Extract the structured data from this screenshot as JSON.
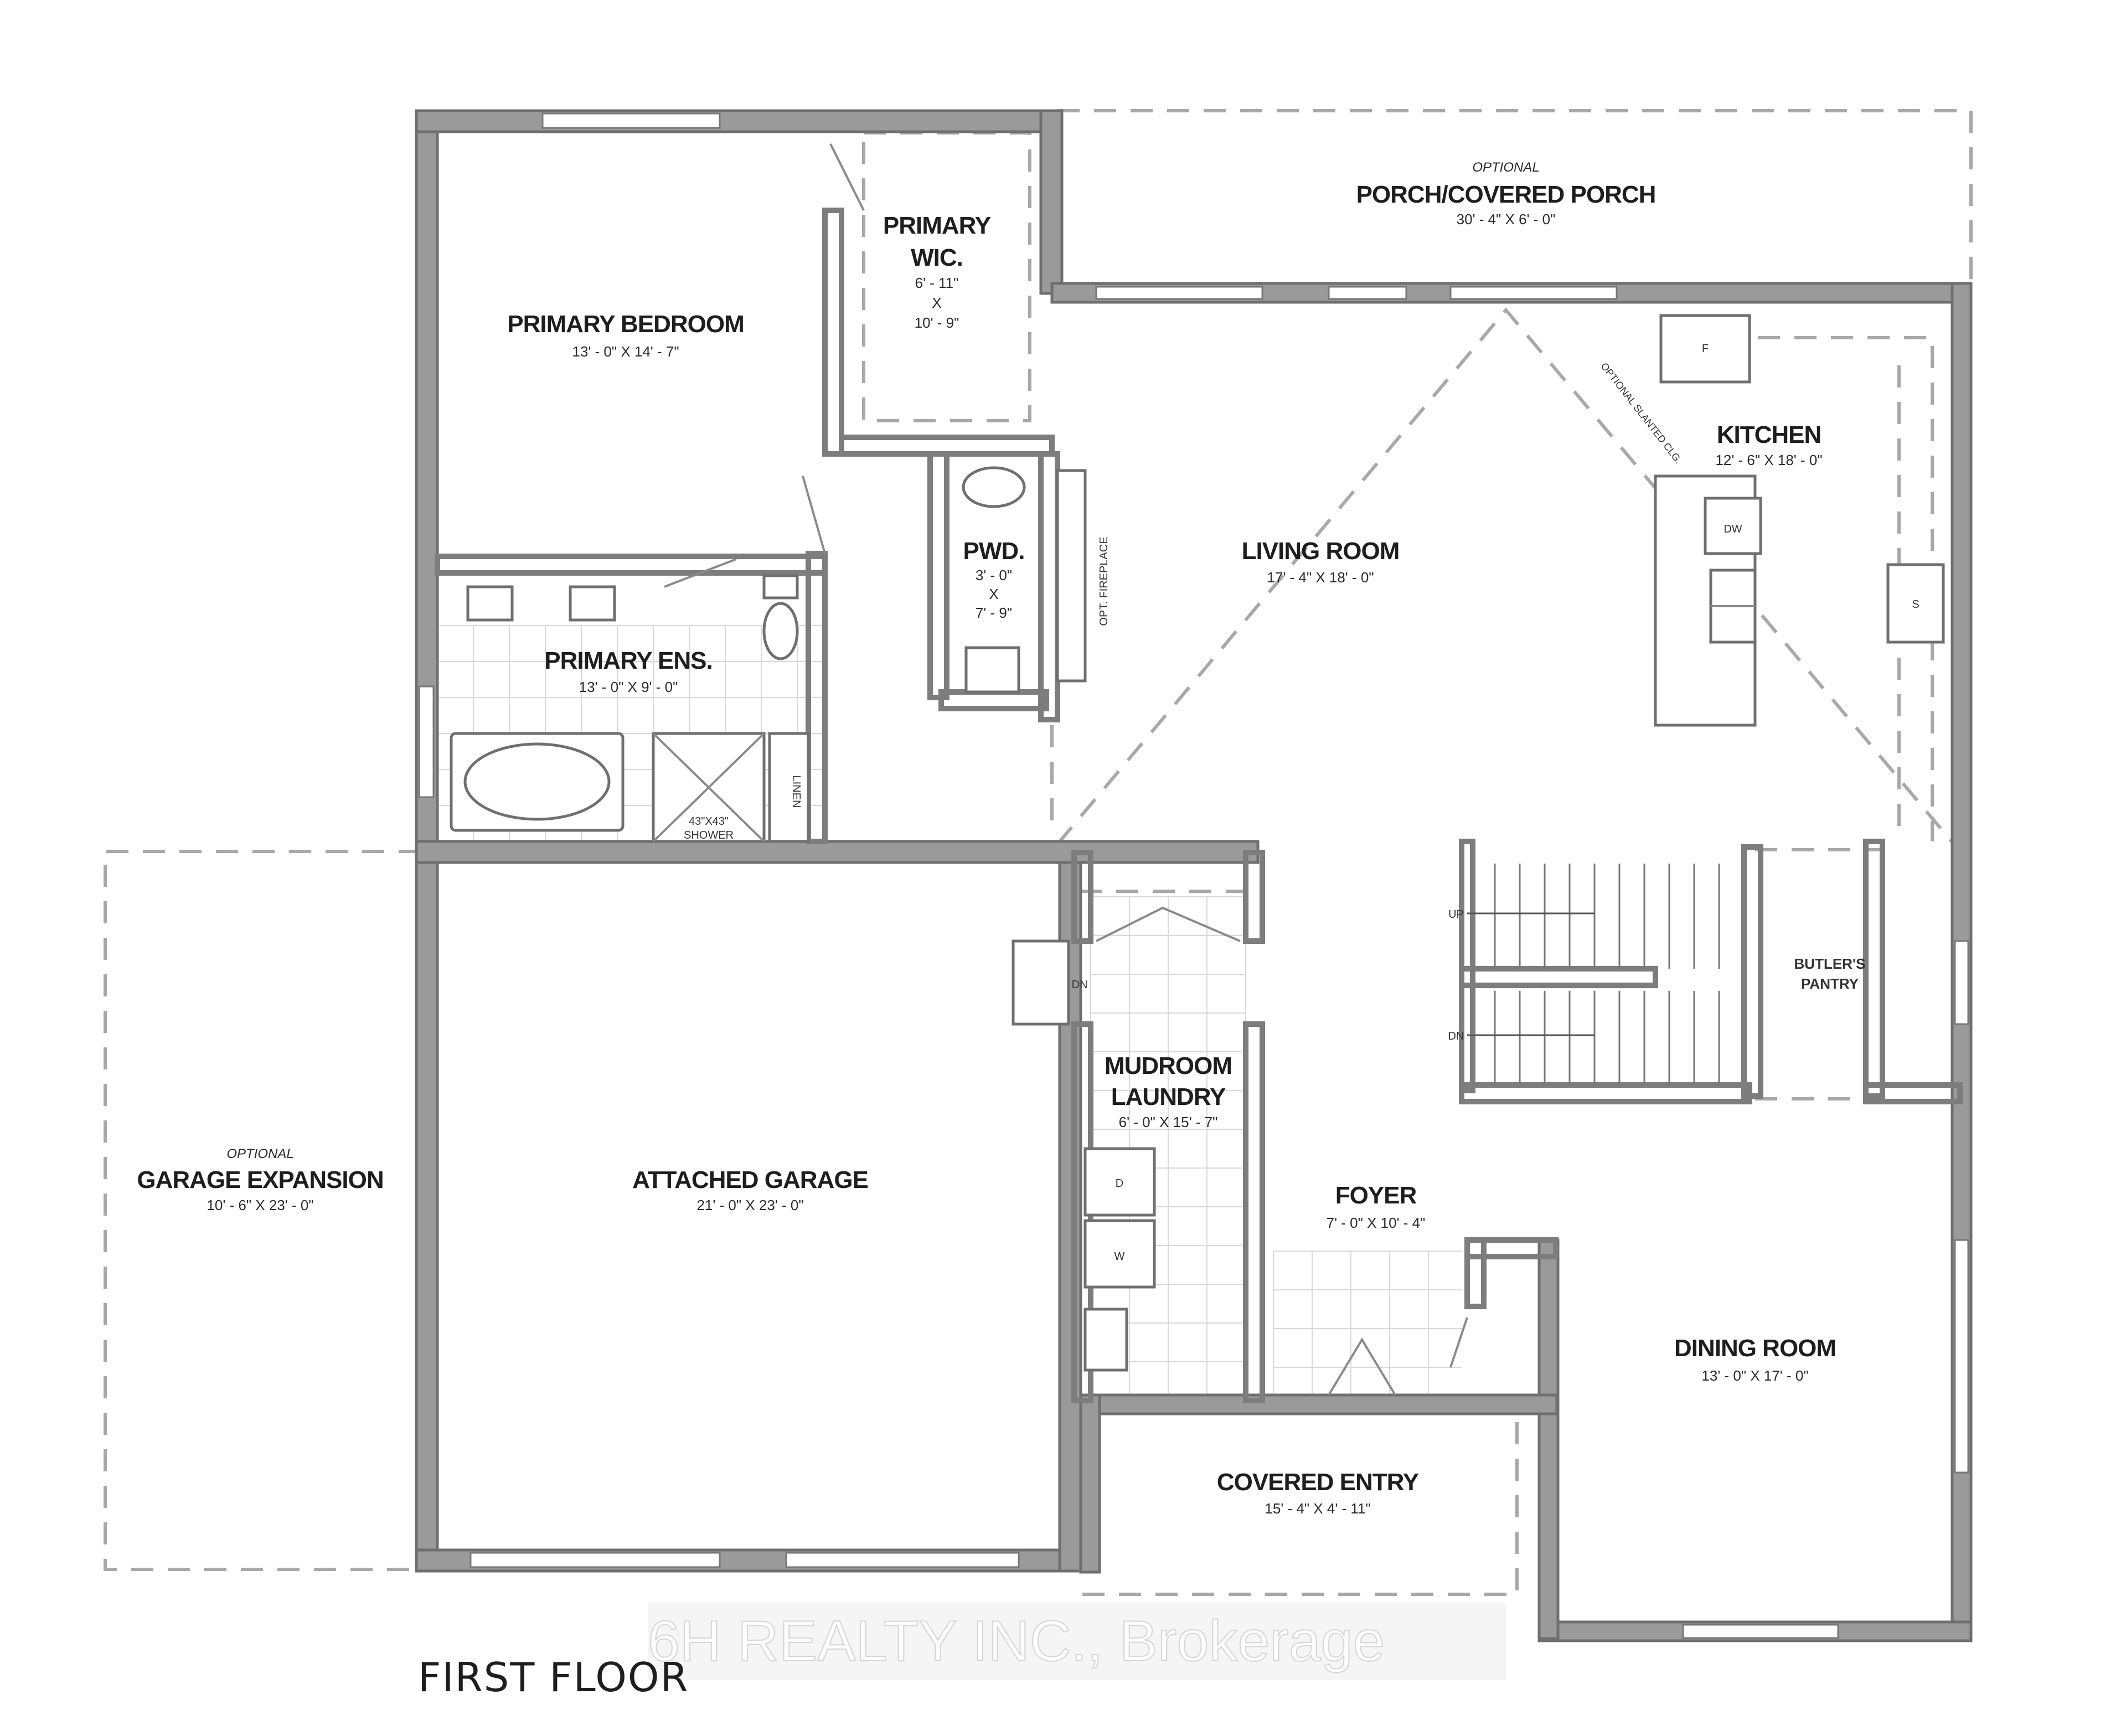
{
  "floor_title": "FIRST FLOOR",
  "watermark": "6H REALTY INC., Brokerage",
  "rooms": {
    "porch": {
      "optional": "OPTIONAL",
      "name": "PORCH/COVERED PORCH",
      "dims": "30' - 4\" X 6' - 0\""
    },
    "primary_bedroom": {
      "name": "PRIMARY BEDROOM",
      "dims": "13' - 0\" X 14' - 7\""
    },
    "primary_wic": {
      "name_line1": "PRIMARY",
      "name_line2": "WIC.",
      "dim1": "6' - 11\"",
      "x": "X",
      "dim2": "10' - 9\""
    },
    "pwd": {
      "name": "PWD.",
      "dim1": "3' - 0\"",
      "x": "X",
      "dim2": "7' - 9\""
    },
    "kitchen": {
      "name": "KITCHEN",
      "dims": "12' - 6\" X 18' - 0\""
    },
    "living_room": {
      "name": "LIVING ROOM",
      "dims": "17' - 4\" X 18' - 0\""
    },
    "primary_ens": {
      "name": "PRIMARY ENS.",
      "dims": "13' - 0\" X 9' - 0\""
    },
    "mudroom": {
      "name_line1": "MUDROOM",
      "name_line2": "LAUNDRY",
      "dims": "6' - 0\" X 15' - 7\""
    },
    "butlers_pantry": {
      "name_line1": "BUTLER'S",
      "name_line2": "PANTRY"
    },
    "garage_expansion": {
      "optional": "OPTIONAL",
      "name": "GARAGE EXPANSION",
      "dims": "10' - 6\" X 23' - 0\""
    },
    "attached_garage": {
      "name": "ATTACHED GARAGE",
      "dims": "21' - 0\" X 23' - 0\""
    },
    "foyer": {
      "name": "FOYER",
      "dims": "7' - 0\" X 10' - 4\""
    },
    "dining_room": {
      "name": "DINING ROOM",
      "dims": "13' - 0\" X 17' - 0\""
    },
    "covered_entry": {
      "name": "COVERED ENTRY",
      "dims": "15' - 4\" X 4' - 11\""
    }
  },
  "annotations": {
    "slanted_ceiling": "OPTIONAL SLANTED CLG.",
    "fireplace": "OPT. FIREPLACE",
    "shower_size": "43\"X43\"",
    "shower": "SHOWER",
    "linen": "LINEN",
    "fridge": "F",
    "dishwasher": "DW",
    "stove": "S",
    "dryer": "D",
    "washer": "W",
    "stair_up": "UP",
    "stair_down": "DN",
    "garage_step_down": "DN"
  }
}
